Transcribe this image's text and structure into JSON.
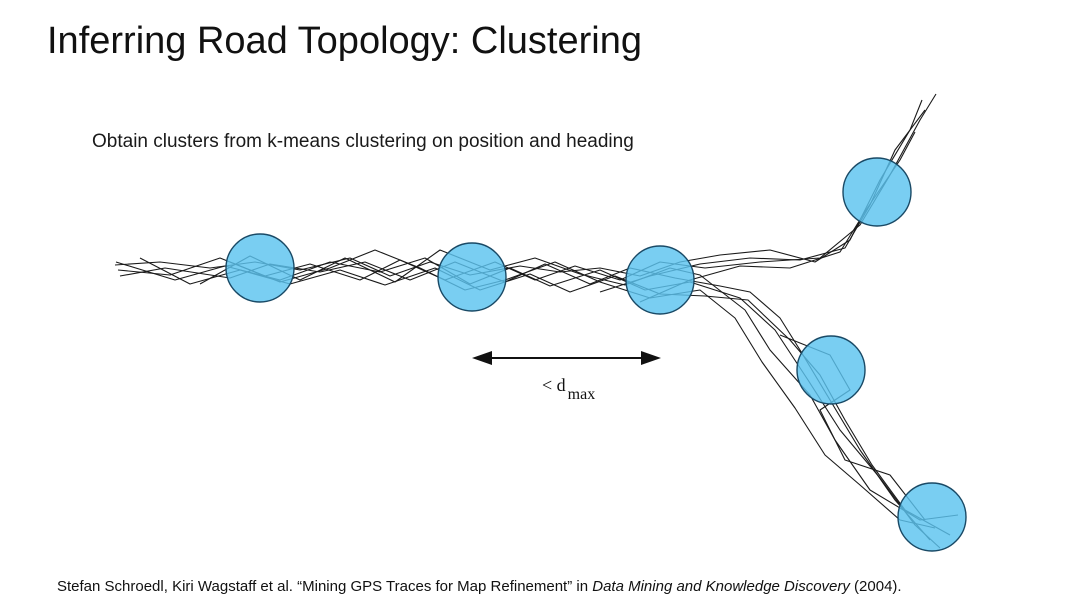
{
  "slide": {
    "title": "Inferring Road Topology: Clustering",
    "subtitle": "Obtain clusters from k-means clustering on position and heading"
  },
  "diagram": {
    "cluster_color": "#5bc3ef",
    "trace_color": "#1a1a1a",
    "distance_label": {
      "prefix": "< d",
      "subscript": "max"
    },
    "clusters": [
      "cluster-1",
      "cluster-2",
      "cluster-3",
      "cluster-4",
      "cluster-5",
      "cluster-6"
    ]
  },
  "citation": {
    "authors": "Stefan Schroedl, Kiri Wagstaff et al. ",
    "paper": "“Mining GPS Traces for Map Refinement”",
    "in": " in ",
    "journal": "Data Mining and Knowledge Discovery",
    "year": " (2004)."
  }
}
